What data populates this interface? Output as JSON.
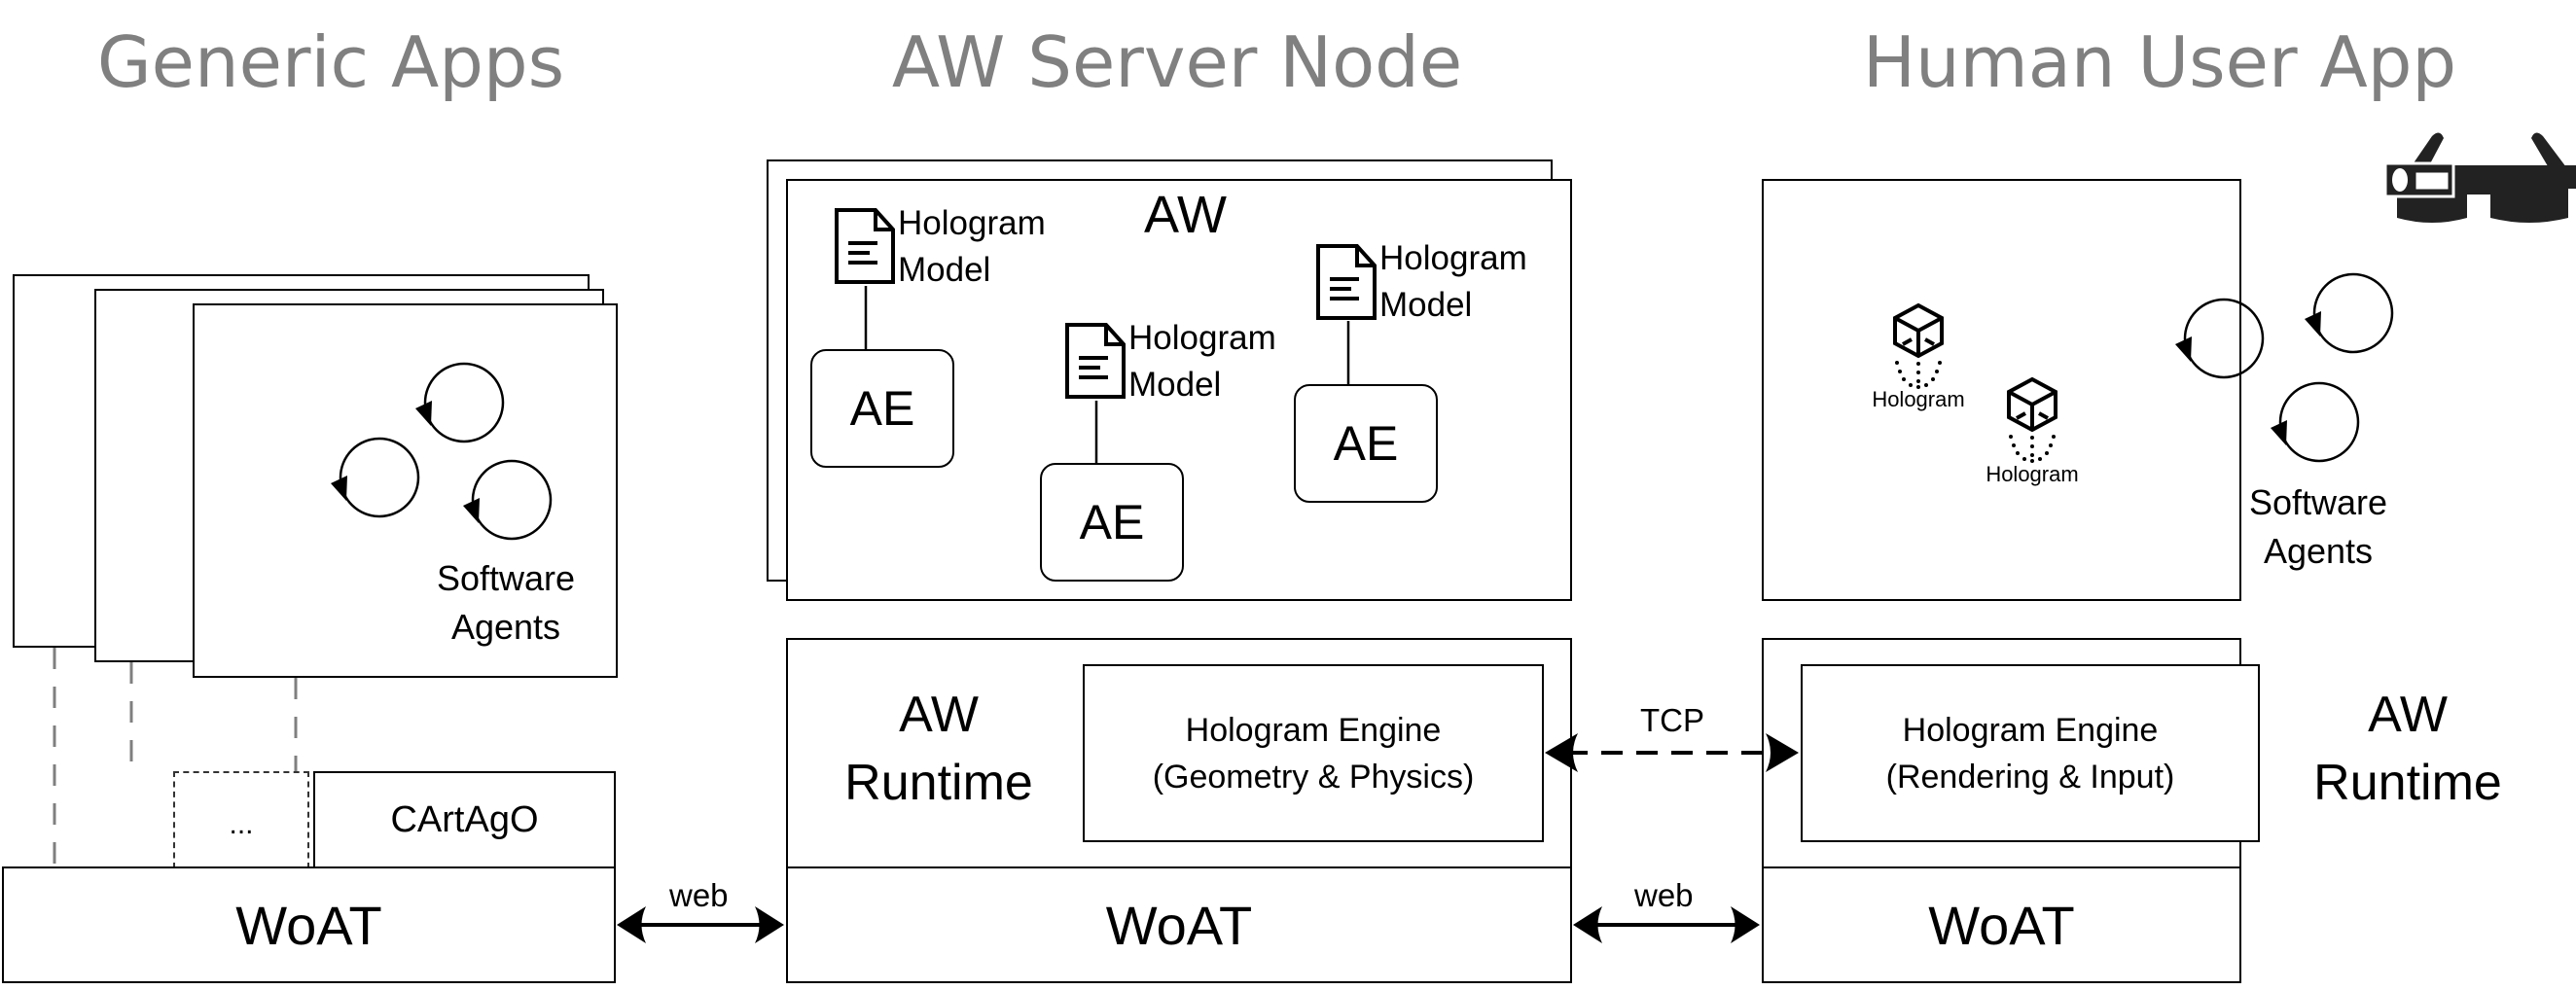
{
  "titles": {
    "generic_apps": "Generic Apps",
    "aw_server_node": "AW Server Node",
    "human_user_app": "Human User App"
  },
  "generic_apps": {
    "agents_label_line1": "Software",
    "agents_label_line2": "Agents",
    "ellipsis_box": "...",
    "cartago": "CArtAgO",
    "woat": "WoAT"
  },
  "server_node": {
    "aw_label": "AW",
    "hologram_models": [
      {
        "line1": "Hologram",
        "line2": "Model",
        "entity": "AE"
      },
      {
        "line1": "Hologram",
        "line2": "Model",
        "entity": "AE"
      },
      {
        "line1": "Hologram",
        "line2": "Model",
        "entity": "AE"
      }
    ],
    "runtime_line1": "AW",
    "runtime_line2": "Runtime",
    "engine_line1": "Hologram Engine",
    "engine_line2": "(Geometry & Physics)",
    "woat": "WoAT"
  },
  "human_app": {
    "holograms": [
      "Hologram",
      "Hologram"
    ],
    "agents_label_line1": "Software",
    "agents_label_line2": "Agents",
    "runtime_line1": "AW",
    "runtime_line2": "Runtime",
    "engine_line1": "Hologram Engine",
    "engine_line2": "(Rendering & Input)",
    "woat": "WoAT",
    "device_icon": "ar-glasses-icon"
  },
  "connections": {
    "web_left": "web",
    "web_right": "web",
    "tcp": "TCP"
  },
  "colors": {
    "title_gray": "#808080",
    "dash_gray": "#7f7f7f",
    "stroke": "#000000"
  }
}
